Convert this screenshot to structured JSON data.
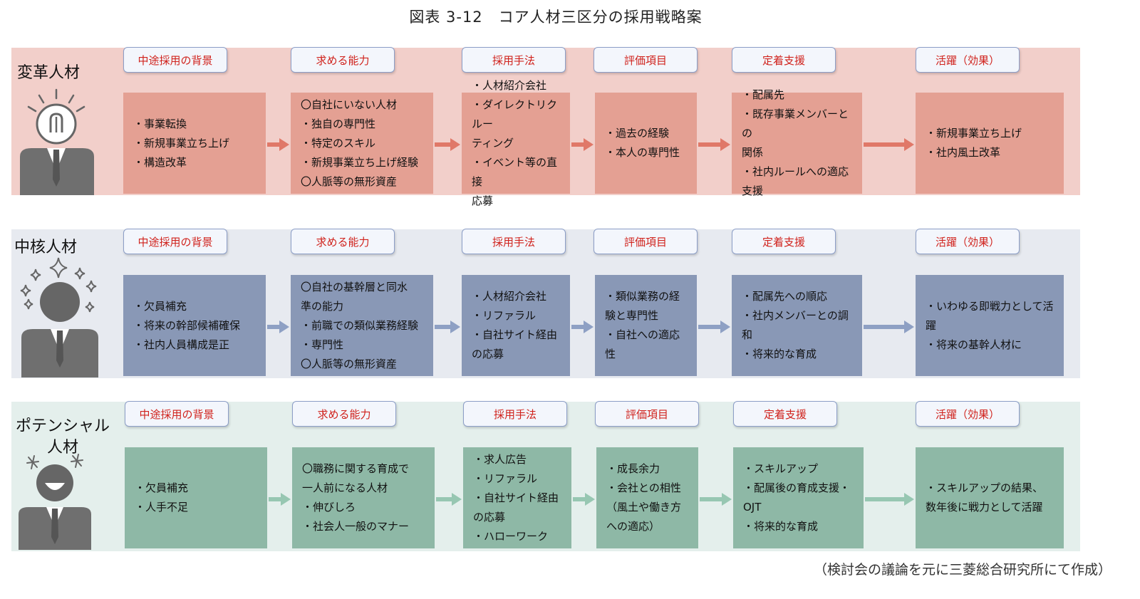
{
  "title": "図表 3-12　コア人材三区分の採用戦略案",
  "headers": [
    "中途採用の背景",
    "求める能力",
    "採用手法",
    "評価項目",
    "定着支援",
    "活躍（効果）"
  ],
  "rows": [
    {
      "category": "変革人材",
      "icon": "lightbulb-head-person-icon",
      "color": "#e4a093",
      "cells": [
        [
          "・事業転換",
          "・新規事業立ち上げ",
          "・構造改革"
        ],
        [
          "〇自社にいない人材",
          "・独自の専門性",
          "・特定のスキル",
          "・新規事業立ち上げ経験",
          "〇人脈等の無形資産"
        ],
        [
          "・人材紹介会社",
          "・ダイレクトリクルー",
          "ティング",
          "・イベント等の直接",
          "応募"
        ],
        [
          "・過去の経験",
          "・本人の専門性"
        ],
        [
          "・配属先",
          "・既存事業メンバーとの",
          "関係",
          "・社内ルールへの適応",
          "支援"
        ],
        [
          "・新規事業立ち上げ",
          "・社内風土改革"
        ]
      ]
    },
    {
      "category": "中核人材",
      "icon": "sparkle-head-person-icon",
      "color": "#8998b6",
      "cells": [
        [
          "・欠員補充",
          "・将来の幹部候補確保",
          "・社内人員構成是正"
        ],
        [
          "〇自社の基幹層と同水",
          "準の能力",
          "・前職での類似業務経験",
          "・専門性",
          "〇人脈等の無形資産"
        ],
        [
          "・人材紹介会社",
          "・リファラル",
          "・自社サイト経由",
          "の応募"
        ],
        [
          "・類似業務の経",
          "験と専門性",
          "・自社への適応",
          "性"
        ],
        [
          "・配属先への順応",
          "・社内メンバーとの調和",
          "・将来的な育成"
        ],
        [
          "・いわゆる即戦力として活",
          "躍",
          "・将来の基幹人材に"
        ]
      ]
    },
    {
      "category": "ポテンシャル人材",
      "category_lines": [
        "ポテンシャル",
        "人材"
      ],
      "icon": "smiling-head-person-icon",
      "color": "#8eb8a6",
      "cells": [
        [
          "・欠員補充",
          "・人手不足"
        ],
        [
          "〇職務に関する育成で",
          "一人前になる人材",
          "・伸びしろ",
          "・社会人一般のマナー"
        ],
        [
          "・求人広告",
          "・リファラル",
          "・自社サイト経由",
          "の応募",
          "・ハローワーク"
        ],
        [
          "・成長余力",
          "・会社との相性",
          "（風土や働き方",
          "への適応）"
        ],
        [
          "・スキルアップ",
          "・配属後の育成支援・",
          "OJT",
          "・将来的な育成"
        ],
        [
          "・スキルアップの結果、",
          "数年後に戦力として活躍"
        ]
      ]
    }
  ],
  "source_note": "（検討会の議論を元に三菱総合研究所にて作成）"
}
